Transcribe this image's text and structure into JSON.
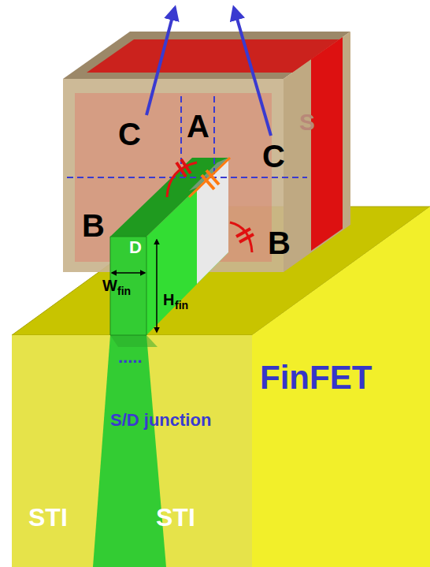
{
  "diagram": {
    "labels": [
      "C",
      "A",
      "C",
      "S",
      "B",
      "D",
      "B",
      "W",
      "fin",
      "H",
      "fin",
      ".....",
      "FinFET",
      "S/D junction",
      "STI",
      "STI"
    ]
  }
}
